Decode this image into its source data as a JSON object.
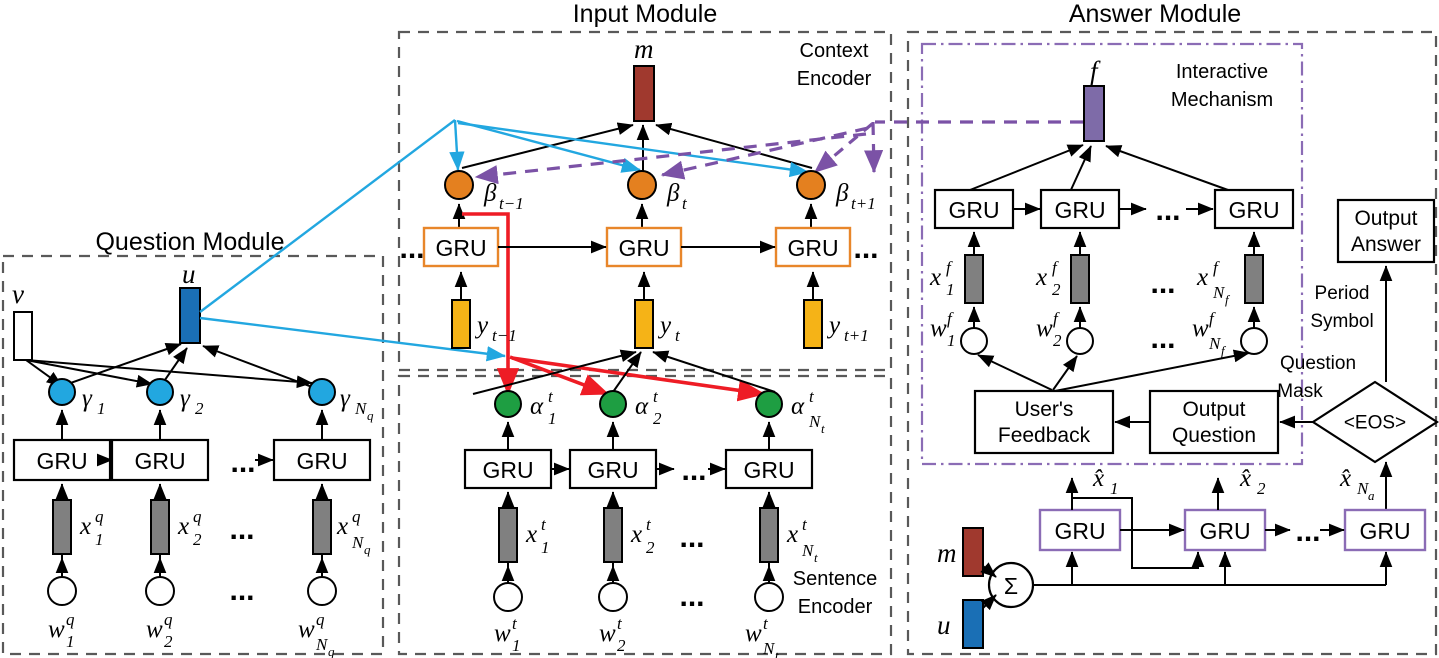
{
  "figure": {
    "type": "diagram",
    "description": "Neural architecture diagram with Question Module, Input Module (Sentence Encoder + Context Encoder), and Answer Module (Interactive Mechanism + decoder)"
  },
  "titles": {
    "question_module": "Question Module",
    "input_module": "Input Module",
    "answer_module": "Answer Module"
  },
  "sublabels": {
    "context_encoder_line1": "Context",
    "context_encoder_line2": "Encoder",
    "sentence_encoder_line1": "Sentence",
    "sentence_encoder_line2": "Encoder",
    "interactive_line1": "Interactive",
    "interactive_line2": "Mechanism",
    "period_line1": "Period",
    "period_line2": "Symbol",
    "question_mask_line1": "Question",
    "question_mask_line2": "Mask"
  },
  "gru_label": "GRU",
  "ellipsis": "...",
  "sigma": "Σ",
  "question_module": {
    "v_label": "v",
    "u_label": "u",
    "gammas": [
      "γ",
      "γ",
      "γ"
    ],
    "gamma_subs": [
      "1",
      "2",
      "N"
    ],
    "gamma_sub2": "q",
    "x_labels": [
      "x",
      "x",
      "x"
    ],
    "x_sup": "q",
    "x_subs": [
      "1",
      "2",
      "N"
    ],
    "x_sub2": "q",
    "w_labels": [
      "w",
      "w",
      "w"
    ],
    "w_sup": "q",
    "w_subs": [
      "1",
      "2",
      "N"
    ],
    "w_sub2": "q"
  },
  "input_module": {
    "m_label": "m",
    "betas": [
      "β",
      "β",
      "β"
    ],
    "beta_subs": [
      "t−1",
      "t",
      "t+1"
    ],
    "y_labels": [
      "y",
      "y",
      "y"
    ],
    "y_subs": [
      "t−1",
      "t",
      "t+1"
    ],
    "alphas": [
      "α",
      "α",
      "α"
    ],
    "alpha_sup": "t",
    "alpha_subs": [
      "1",
      "2",
      "N"
    ],
    "alpha_sub2": "t",
    "xt_labels": [
      "x",
      "x",
      "x"
    ],
    "xt_sup": "t",
    "xt_subs": [
      "1",
      "2",
      "N"
    ],
    "xt_sub2": "t",
    "wt_labels": [
      "w",
      "w",
      "w"
    ],
    "wt_sup": "t",
    "wt_subs": [
      "1",
      "2",
      "N"
    ],
    "wt_sub2": "t"
  },
  "answer_module": {
    "f_label": "f",
    "xf_labels": [
      "x",
      "x",
      "x"
    ],
    "xf_sup": "f",
    "xf_subs": [
      "1",
      "2",
      "N"
    ],
    "xf_sub2": "f",
    "wf_labels": [
      "w",
      "w",
      "w"
    ],
    "wf_sup": "f",
    "wf_subs": [
      "1",
      "2",
      "N"
    ],
    "wf_sub2": "f",
    "users_feedback_line1": "User's",
    "users_feedback_line2": "Feedback",
    "output_question_line1": "Output",
    "output_question_line2": "Question",
    "output_answer_line1": "Output",
    "output_answer_line2": "Answer",
    "eos": "<EOS>",
    "m_label": "m",
    "u_label": "u",
    "xhat_labels": [
      "x̂",
      "x̂",
      "x̂"
    ],
    "xhat_subs": [
      "1",
      "2",
      "N"
    ],
    "xhat_sub2": "a"
  },
  "colors": {
    "m_vector": "#A0392E",
    "u_vector": "#1A6FB5",
    "f_vector": "#7E6BA8",
    "beta_node": "#E4801F",
    "alpha_node": "#1E9E42",
    "gamma_node": "#22A7E0",
    "y_vector": "#F5B317",
    "x_vector": "#808080",
    "gru_border_orange": "#E8862A",
    "gru_border_purple": "#8B6CB5",
    "cyan_flow": "#22A7E0",
    "red_flow": "#EE1C25",
    "purple_flow": "#7B52A6",
    "module_border": "#595959"
  }
}
